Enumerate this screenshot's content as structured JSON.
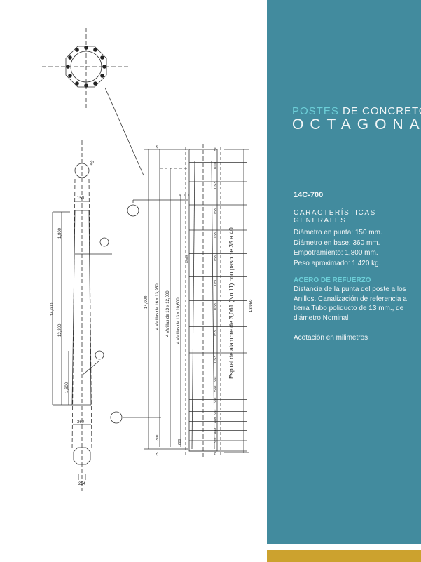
{
  "header": {
    "title_accent": "POSTES",
    "title_rest": "DE CONCRETO",
    "subtitle": "OCTAGONAL"
  },
  "model": "14C-700",
  "section_title": "CARACTERÍSTICAS GENERALES",
  "specs": [
    "Diámetro en punta: 150 mm.",
    "Diámetro en base: 360 mm.",
    "Empotramiento: 1,800 mm.",
    "Peso aproximado: 1,420 kg."
  ],
  "reinforcement": {
    "title": "ACERO DE REFUERZO",
    "description": "Distancia de la punta del poste a los Anillos. Canalización de referencia a tierra Tubo poliducto de 13 mm., de diámetro Nominal"
  },
  "units_note": "Acotación en milimetros",
  "colors": {
    "panel": "#428b9e",
    "accent": "#6dcfd8",
    "gold": "#cca22e"
  },
  "drawing": {
    "left": {
      "top_dia": "150",
      "embed": "1,800",
      "total": "14,000",
      "above": "12,200",
      "low": "1,600",
      "base_dia": "360",
      "foot": "254",
      "angle": "45"
    },
    "right": {
      "total": "14,000",
      "bar1": "4 Varillas de 16 x 13,950",
      "bar2": "4 Varillas de 13 x 12,000",
      "bar3": "4 Varillas de 13 x 10,600",
      "spiral": "Espiral de alambre de 3,061 (No 11) con paso de 35 a 40",
      "length": "13,950",
      "rings": "Anillos",
      "top_gap": "25",
      "bot_gap": "25",
      "d300": "300",
      "d600": "600",
      "segments": [
        "50",
        "1010",
        "1153",
        "1153",
        "1153",
        "1153",
        "1150",
        "1153",
        "1153",
        "1153",
        "550",
        "550",
        "550",
        "550",
        "408",
        "448",
        "610",
        "50"
      ]
    }
  }
}
